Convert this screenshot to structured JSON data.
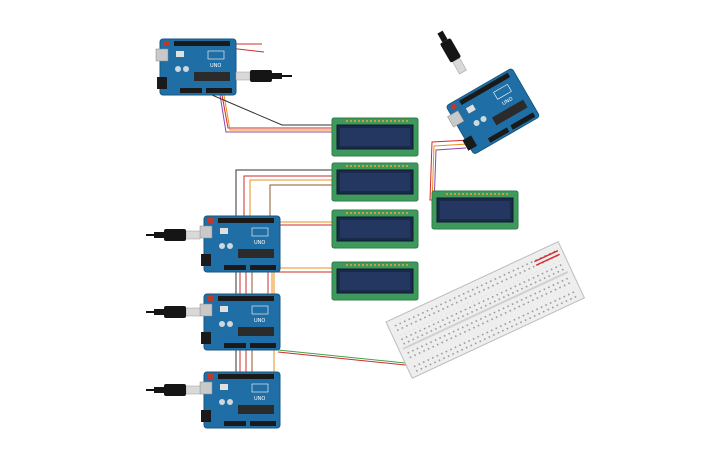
{
  "colors": {
    "background": "#ffffff",
    "board_blue": "#1f6fa6",
    "board_edge": "#16577f",
    "chip": "#2b2b2b",
    "header": "#1a1a1a",
    "lcd_pcb": "#3d9a5c",
    "lcd_screen": "#1b2a4a",
    "usb_metal": "#d9d9d9",
    "cable": "#111111",
    "breadboard": "#eeeeee",
    "rail_red": "#d33030",
    "wire_red": "#d12b2b",
    "wire_orange": "#e8901b",
    "wire_black": "#333333",
    "wire_purple": "#8e44ad",
    "wire_green": "#3fa34d",
    "wire_brown": "#8b5a2b"
  },
  "boards": [
    {
      "id": "arduino-top",
      "label": "UNO"
    },
    {
      "id": "arduino-tilted",
      "label": "UNO"
    },
    {
      "id": "arduino-left-1",
      "label": "UNO"
    },
    {
      "id": "arduino-left-2",
      "label": "UNO"
    },
    {
      "id": "arduino-left-3",
      "label": "UNO"
    }
  ],
  "lcds": [
    {
      "id": "lcd-1"
    },
    {
      "id": "lcd-2"
    },
    {
      "id": "lcd-3"
    },
    {
      "id": "lcd-4"
    },
    {
      "id": "lcd-5"
    }
  ],
  "icons": [
    "usb-cable-icon",
    "arduino-board-icon",
    "lcd-module-icon",
    "breadboard-icon"
  ]
}
